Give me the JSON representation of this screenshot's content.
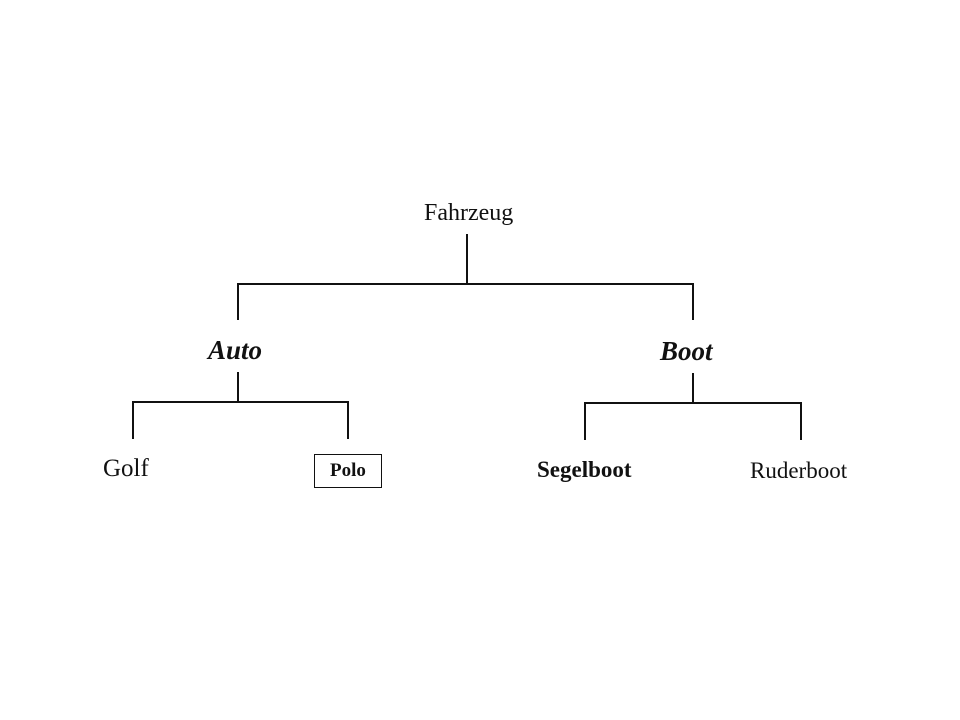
{
  "diagram": {
    "root": {
      "label": "Fahrzeug"
    },
    "branches": [
      {
        "label": "Auto",
        "children": [
          {
            "label": "Golf"
          },
          {
            "label": "Polo"
          }
        ]
      },
      {
        "label": "Boot",
        "children": [
          {
            "label": "Segelboot"
          },
          {
            "label": "Ruderboot"
          }
        ]
      }
    ],
    "colors": {
      "ink": "#111111",
      "background": "#ffffff"
    }
  }
}
